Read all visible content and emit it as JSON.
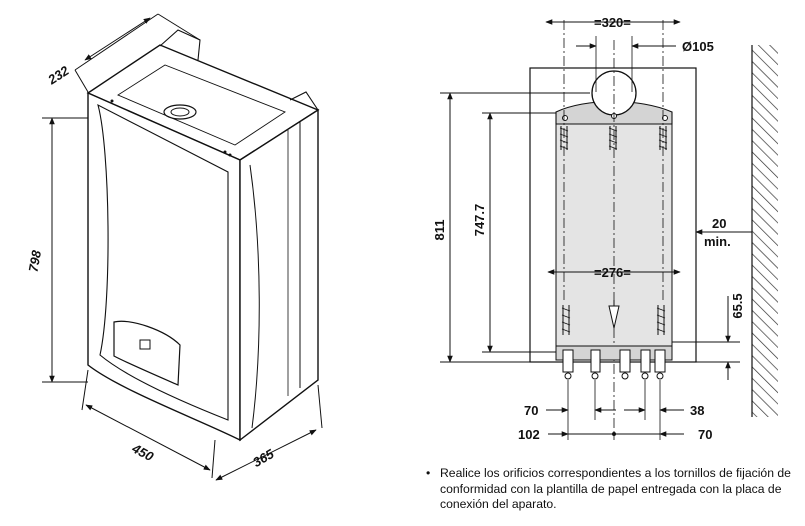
{
  "left_drawing": {
    "dims": {
      "depth_top": "232",
      "height": "798",
      "width": "450",
      "depth_bottom": "365"
    }
  },
  "right_drawing": {
    "dims": {
      "top_spacing": "=320=",
      "flue_diameter": "Ø105",
      "total_height": "811",
      "mount_height": "747.7",
      "wall_clearance_value": "20",
      "wall_clearance_unit": "min.",
      "bracket_spacing": "=276=",
      "connection_height": "65.5",
      "conn_left_1": "70",
      "conn_right_1": "38",
      "conn_left_2": "102",
      "conn_right_2": "70"
    }
  },
  "note": {
    "bullet": "•",
    "text": "Realice los orificios correspondientes a los tornillos de fijación de conformidad con la plantilla de papel entregada con la placa de conexión del aparato."
  },
  "colors": {
    "line": "#111111",
    "template_fill": "#e4e4e4",
    "wall_hatch": "#333333"
  }
}
